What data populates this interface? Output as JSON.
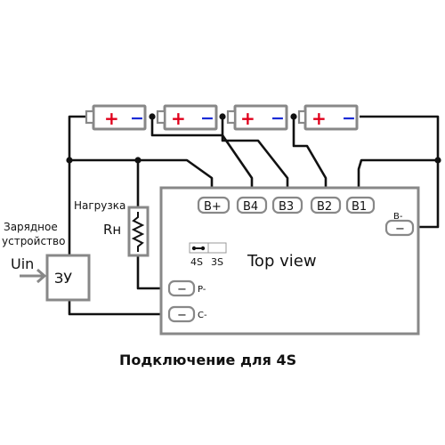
{
  "diagram": {
    "caption": "Подключение для 4S",
    "board_label": "Top view",
    "charger_label": "ЗУ",
    "charger_caption_line1": "Зарядное",
    "charger_caption_line2": "устройство",
    "input_label": "Uin",
    "load_caption": "Нагрузка",
    "load_resistor_label": "Rн",
    "batteries": [
      {
        "plus": "+",
        "minus": "−"
      },
      {
        "plus": "+",
        "minus": "−"
      },
      {
        "plus": "+",
        "minus": "−"
      },
      {
        "plus": "+",
        "minus": "−"
      }
    ],
    "top_pins": [
      "B+",
      "B4",
      "B3",
      "B2",
      "B1"
    ],
    "side_pins": {
      "b_minus_label": "B-",
      "b_minus_symbol": "−",
      "p_minus_label": "P-",
      "p_minus_symbol": "−",
      "c_minus_label": "C-",
      "c_minus_symbol": "−"
    },
    "mode_switch": {
      "option_a": "4S",
      "option_b": "3S"
    }
  }
}
